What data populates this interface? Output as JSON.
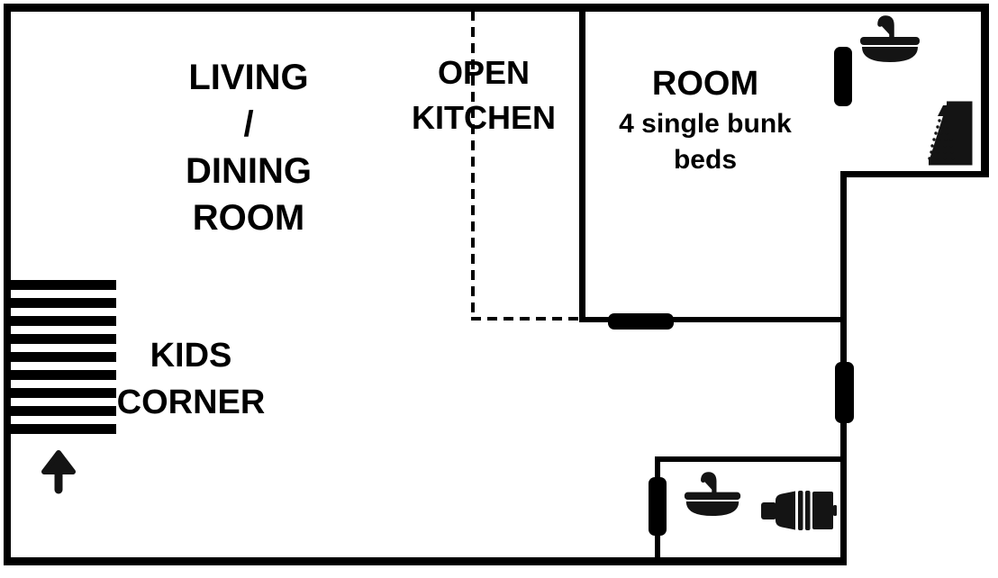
{
  "plan": {
    "type": "floor-plan",
    "colors": {
      "wall": "#000000",
      "ink": "#000000",
      "icon": "#141414",
      "background": "#ffffff"
    },
    "labels": {
      "living_dining": {
        "lines": [
          "LIVING",
          "/",
          "DINING",
          "ROOM"
        ]
      },
      "open_kitchen": {
        "lines": [
          "OPEN",
          "KITCHEN"
        ]
      },
      "bunk_room": {
        "name": "ROOM",
        "description_lines": [
          "4 single bunk",
          "beds"
        ]
      },
      "kids_corner": {
        "lines": [
          "KIDS",
          "CORNER"
        ]
      }
    },
    "fixtures": [
      {
        "icon": "sink-icon",
        "location": "top-right bathroom"
      },
      {
        "icon": "shower-icon",
        "location": "top-right bathroom"
      },
      {
        "icon": "sink-icon",
        "location": "bottom-right bathroom"
      },
      {
        "icon": "toilet-icon",
        "location": "bottom-right bathroom"
      },
      {
        "icon": "entrance-arrow-icon",
        "location": "bottom-left entrance"
      }
    ],
    "doors": 4
  }
}
